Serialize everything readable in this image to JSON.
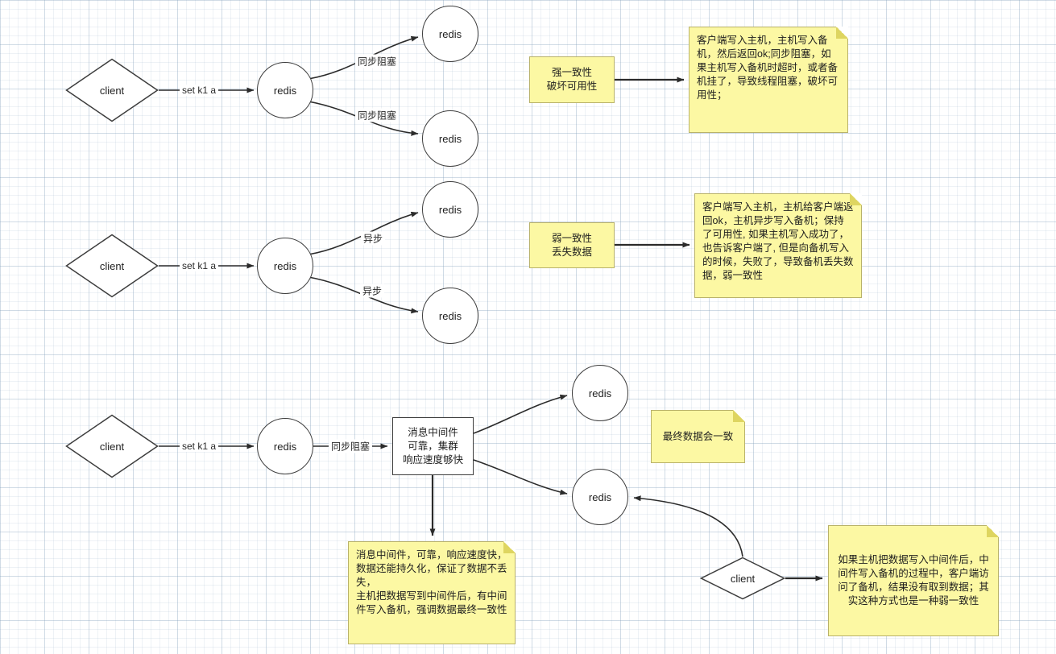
{
  "colors": {
    "note_bg": "#FCF8A3",
    "note_fold": "#DED560",
    "note_border": "#B9B26A",
    "shape_stroke": "#3D3D3D",
    "edge_stroke": "#2B2B2B",
    "grid_line": "#D8E0E8"
  },
  "d1": {
    "client": "client",
    "set_label": "set k1 a",
    "redis_main": "redis",
    "branch_top": "同步阻塞",
    "branch_bottom": "同步阻塞",
    "redis_top": "redis",
    "redis_bottom": "redis",
    "tag": "强一致性\n破坏可用性",
    "note": "客户端写入主机，主机写入备机，然后返回ok;同步阻塞，如果主机写入备机时超时，或者备机挂了，导致线程阻塞，破坏可用性；"
  },
  "d2": {
    "client": "client",
    "set_label": "set k1 a",
    "redis_main": "redis",
    "branch_top": "异步",
    "branch_bottom": "异步",
    "redis_top": "redis",
    "redis_bottom": "redis",
    "tag": "弱一致性\n丢失数据",
    "note": "客户端写入主机，主机给客户端返回ok，主机异步写入备机；保持了可用性, 如果主机写入成功了， 也告诉客户端了, 但是向备机写入的时候，失败了，导致备机丢失数据，弱一致性"
  },
  "d3": {
    "client": "client",
    "set_label": "set k1 a",
    "redis_main": "redis",
    "sync_label": "同步阻塞",
    "middleware": "消息中间件\n可靠，集群\n响应速度够快",
    "redis_top": "redis",
    "redis_bottom": "redis",
    "tag": "最终数据会一致",
    "note_left": "消息中间件，可靠，响应速度快，数据还能持久化，保证了数据不丢失，\n主机把数据写到中间件后，有中间件写入备机，强调数据最终一致性",
    "client2": "client",
    "note_right": "如果主机把数据写入中间件后，中间件写入备机的过程中，客户端访问了备机，结果没有取到数据；其实这种方式也是一种弱一致性"
  }
}
